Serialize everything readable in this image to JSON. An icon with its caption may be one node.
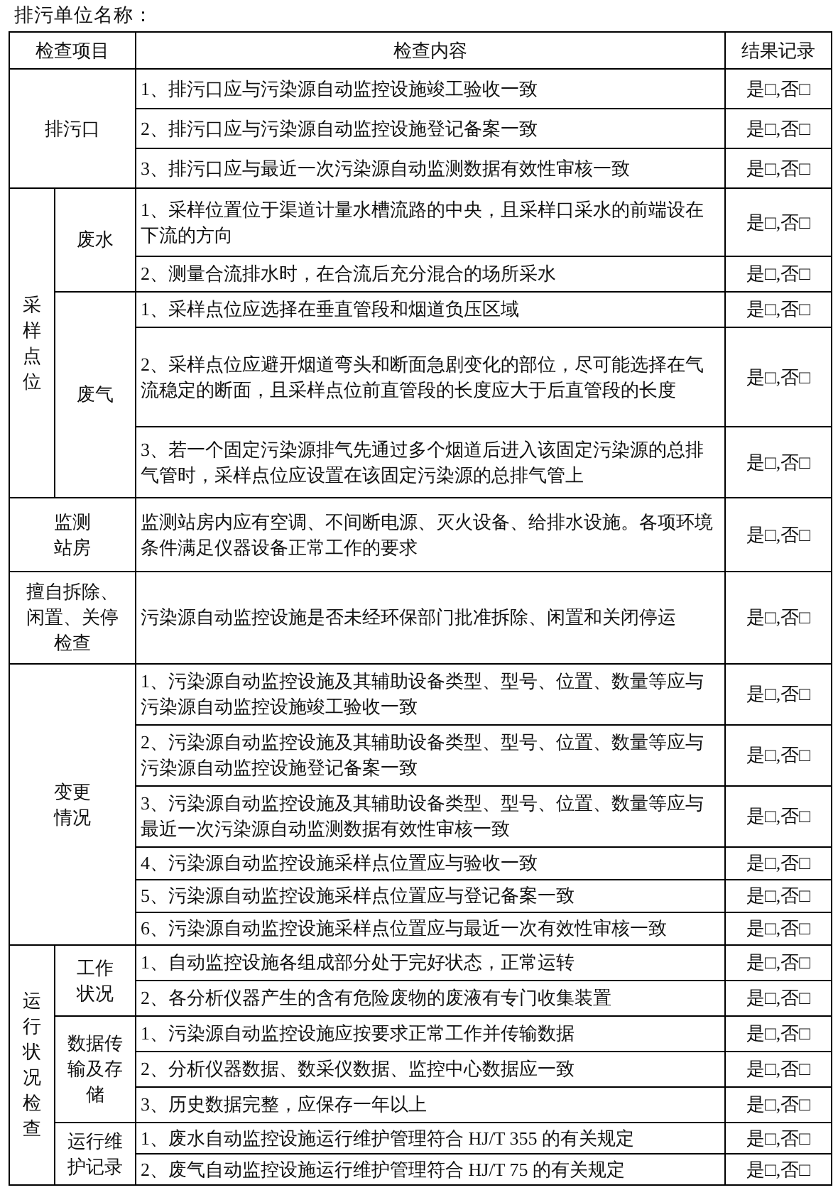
{
  "diagram": {
    "title": "排污单位名称：",
    "labels": [
      "检查项目",
      "检查内容",
      "结果记录",
      "排污口",
      "1、排污口应与污染源自动监控设施竣工验收一致",
      "是□,否□",
      "2、排污口应与污染源自动监控设施登记备案一致",
      "是□,否□",
      "3、排污口应与最近一次污染源自动监测数据有效性审核一致",
      "是□,否□",
      "采样点位",
      "废水",
      "1、采样位置位于渠道计量水槽流路的中央，且采样口采水的前端设在下流的方向",
      "是□,否□",
      "2、测量合流排水时，在合流后充分混合的场所采水",
      "是□,否□",
      "废气",
      "1、采样点位应选择在垂直管段和烟道负压区域",
      "是□,否□",
      "2、采样点位应避开烟道弯头和断面急剧变化的部位，尽可能选择在气流稳定的断面，且采样点位前直管段的长度应大于后直管段的长度",
      "是□,否□",
      "3、若一个固定污染源排气先通过多个烟道后进入该固定污染源的总排气管时，采样点位应设置在该固定污染源的总排气管上",
      "是□,否□",
      "监测站房",
      "监测站房内应有空调、不间断电源、灭火设备、给排水设施。各项环境条件满足仪器设备正常工作的要求",
      "是□,否□",
      "擅自拆除、闲置、关停检查",
      "污染源自动监控设施是否未经环保部门批准拆除、闲置和关闭停运",
      "是□,否□",
      "变更情况",
      "1、污染源自动监控设施及其辅助设备类型、型号、位置、数量等应与污染源自动监控设施竣工验收一致",
      "是□,否□",
      "2、污染源自动监控设施及其辅助设备类型、型号、位置、数量等应与污染源自动监控设施登记备案一致",
      "是□,否□",
      "3、污染源自动监控设施及其辅助设备类型、型号、位置、数量等应与最近一次污染源自动监测数据有效性审核一致",
      "是□,否□",
      "4、污染源自动监控设施采样点位置应与验收一致",
      "是□,否□",
      "5、污染源自动监控设施采样点位置应与登记备案一致",
      "是□,否□",
      "6、污染源自动监控设施采样点位置应与最近一次有效性审核一致",
      "是□,否□",
      "运行状况检查",
      "工作状况",
      "1、自动监控设施各组成部分处于完好状态，正常运转",
      "是□,否□",
      "2、各分析仪器产生的含有危险废物的废液有专门收集装置",
      "是□,否□",
      "数据传输及存储",
      "1、污染源自动监控设施应按要求正常工作并传输数据",
      "是□,否□",
      "2、分析仪器数据、数采仪数据、监控中心数据应一致",
      "是□,否□",
      "3、历史数据完整，应保存一年以上",
      "是□,否□",
      "运行维护记录",
      "1、废水自动监控设施运行维护管理符合 HJ/T 355 的有关规定",
      "是□,否□",
      "2、废气自动监控设施运行维护管理符合 HJ/T 75 的有关规定",
      "是□,否□"
    ]
  }
}
